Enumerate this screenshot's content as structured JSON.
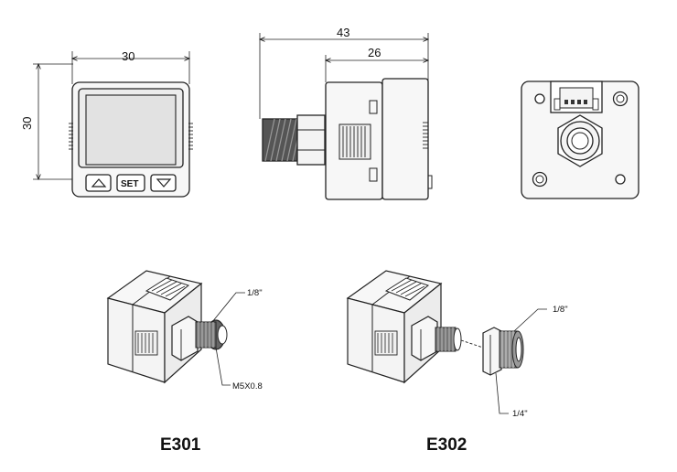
{
  "dimensions": {
    "front_width": "30",
    "front_height": "30",
    "side_total": "43",
    "side_body": "26"
  },
  "front_buttons": {
    "up": "up-arrow",
    "set": "SET",
    "down": "down-arrow"
  },
  "e301": {
    "model": "E301",
    "callout_top": "1/8\"",
    "callout_bottom": "M5X0.8"
  },
  "e302": {
    "model": "E302",
    "callout_top": "1/8\"",
    "callout_bottom": "1/4\""
  }
}
